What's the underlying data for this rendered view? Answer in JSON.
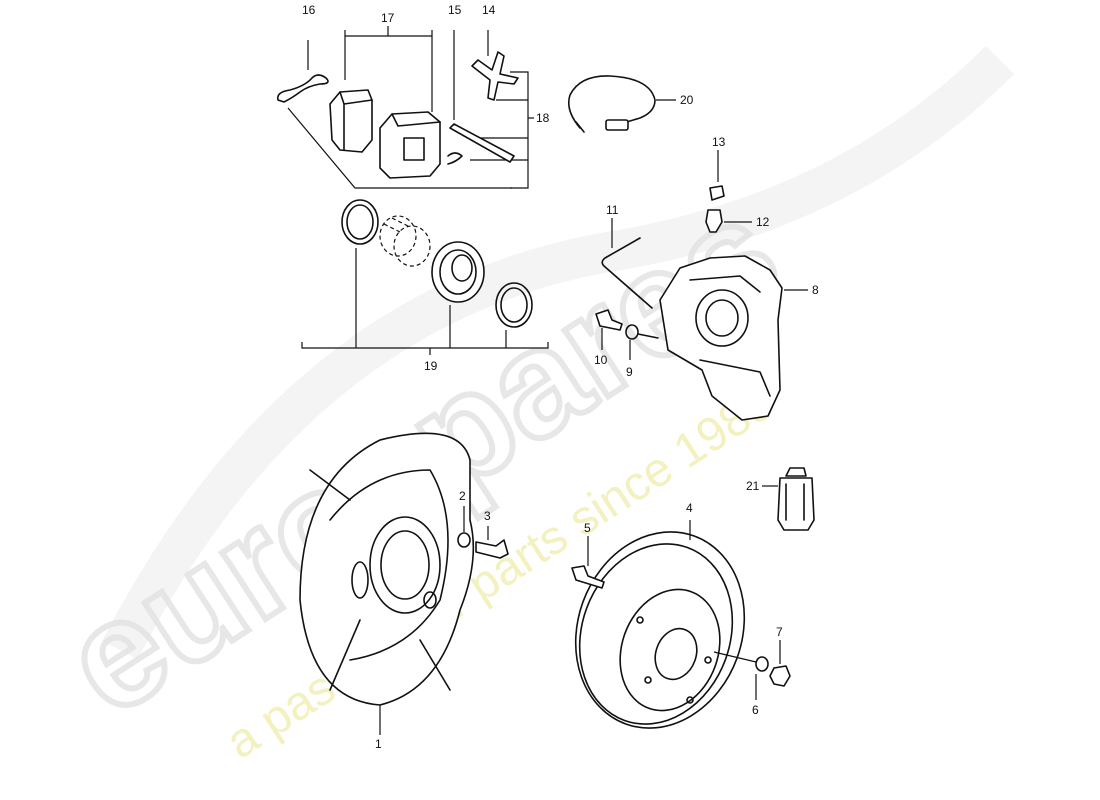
{
  "watermark": {
    "brand": "eurospares",
    "tagline": "a passion for parts since 1985"
  },
  "callouts": [
    "1",
    "2",
    "3",
    "4",
    "5",
    "6",
    "7",
    "8",
    "9",
    "10",
    "11",
    "12",
    "13",
    "14",
    "15",
    "16",
    "17",
    "18",
    "19",
    "20",
    "21"
  ]
}
